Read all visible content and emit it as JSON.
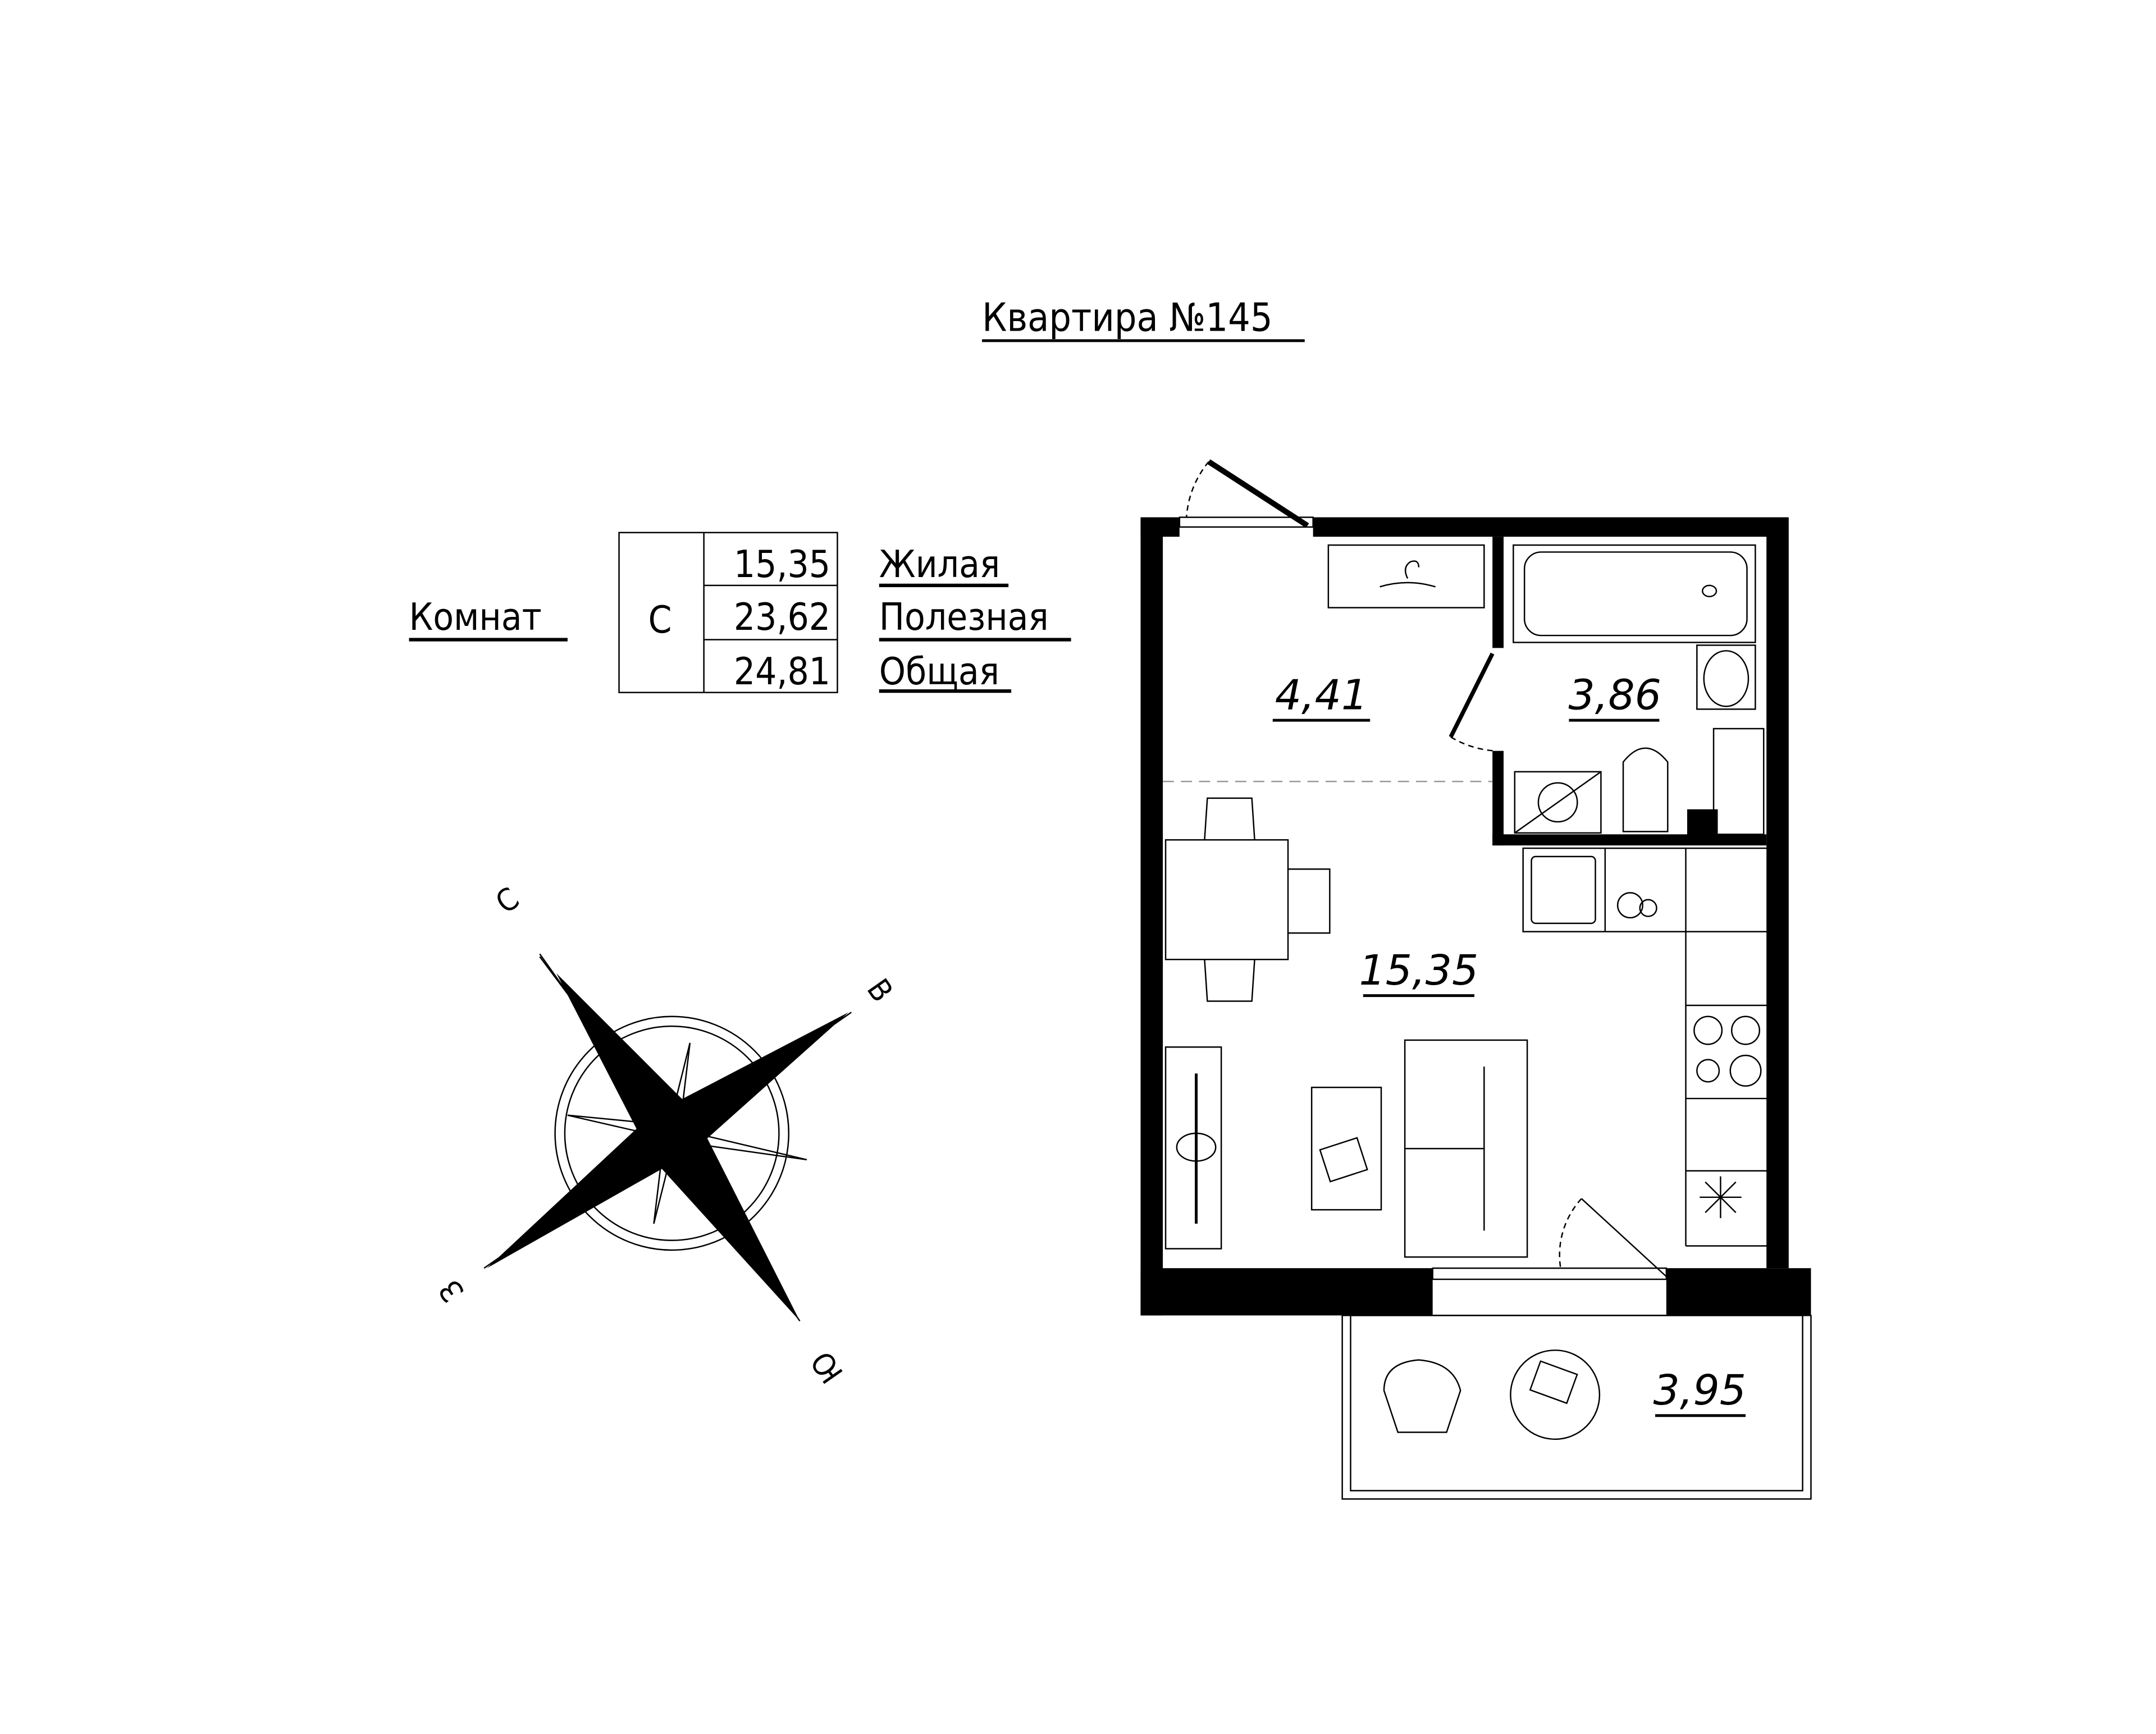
{
  "title": "Квартира №145",
  "summary": {
    "rooms_label": "Комнат",
    "rooms_code": "С",
    "values": [
      "15,35",
      "23,62",
      "24,81"
    ],
    "labels": [
      "Жилая",
      "Полезная",
      "Общая"
    ]
  },
  "rooms": {
    "hall": "4,41",
    "bathroom": "3,86",
    "living": "15,35",
    "balcony": "3,95"
  },
  "compass": {
    "north": "С",
    "east": "В",
    "west": "З",
    "south": "Ю"
  }
}
